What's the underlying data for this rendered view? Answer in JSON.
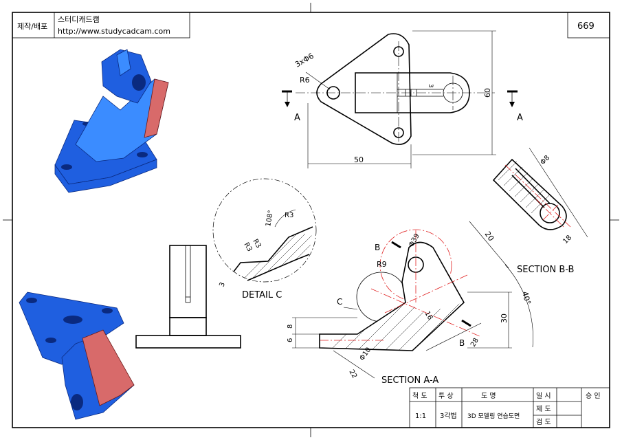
{
  "header": {
    "maker_label": "제작/배포",
    "company": "스터디캐드캠",
    "url": "http://www.studycadcam.com",
    "sheet_number": "669"
  },
  "top_view": {
    "section_mark_left": "A",
    "section_mark_right": "A",
    "dim_holes": "3xΦ6",
    "dim_r6": "R6",
    "dim_width": "50",
    "dim_height": "60",
    "dim_slot": "3"
  },
  "detail_c": {
    "label": "DETAIL C",
    "angle": "108°",
    "r_top": "R3",
    "r_left1": "R3",
    "r_left2": "R3",
    "thick": "3"
  },
  "section_aa": {
    "label": "SECTION A-A",
    "mark_b1": "B",
    "mark_b2": "B",
    "detail_ref": "C",
    "dim_d39": "Φ39",
    "dim_r9": "R9",
    "dim_20": "20",
    "dim_40deg": "40°",
    "dim_30": "30",
    "dim_16": "16",
    "dim_28": "28",
    "dim_d10": "Φ10",
    "dim_22": "22",
    "dim_8": "8",
    "dim_6": "6"
  },
  "section_bb": {
    "label": "SECTION B-B",
    "dim_d8": "Φ8",
    "dim_18": "18"
  },
  "title_block": {
    "scale_label": "척 도",
    "projection_label": "투 상",
    "drawing_label": "도     명",
    "date_label": "일 시",
    "approve_label": "승 인",
    "scale": "1:1",
    "projection": "3각법",
    "drawing_name": "3D 모델링 연습도면",
    "drafted_label": "제 도",
    "checked_label": "검 도"
  },
  "colors": {
    "model_blue": "#1f5fe0",
    "model_red": "#d86a6a",
    "center_red": "#e02020"
  }
}
